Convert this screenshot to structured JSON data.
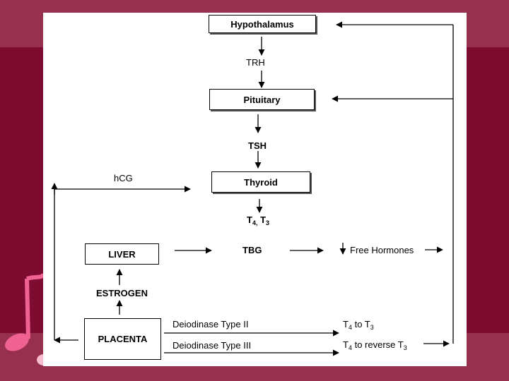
{
  "colors": {
    "background": "#7e0b30",
    "band": "#96304e",
    "slide": "#ffffff",
    "note": "#f06292"
  },
  "decor": {
    "note_icon": "music-note-icon"
  },
  "boxes": {
    "hypothalamus": "Hypothalamus",
    "pituitary": "Pituitary",
    "thyroid": "Thyroid",
    "liver": "LIVER",
    "placenta": "PLACENTA"
  },
  "labels": {
    "trh": "TRH",
    "tsh": "TSH",
    "hcg": "hCG",
    "t4": "T",
    "t4_sub": "4,",
    "t3": "T",
    "t3_sub": "3",
    "tbg": "TBG",
    "free_hormones": "Free Hormones",
    "estrogen": "ESTROGEN",
    "deiodinase_2": "Deiodinase Type II",
    "deiodinase_3": "Deiodinase Type III",
    "out2_a": "T",
    "out2_a_sub": "4",
    "out2_mid": " to  T",
    "out2_b_sub": "3",
    "out3_a": "T",
    "out3_a_sub": "4",
    "out3_mid": " to reverse T",
    "out3_b_sub": "3"
  }
}
